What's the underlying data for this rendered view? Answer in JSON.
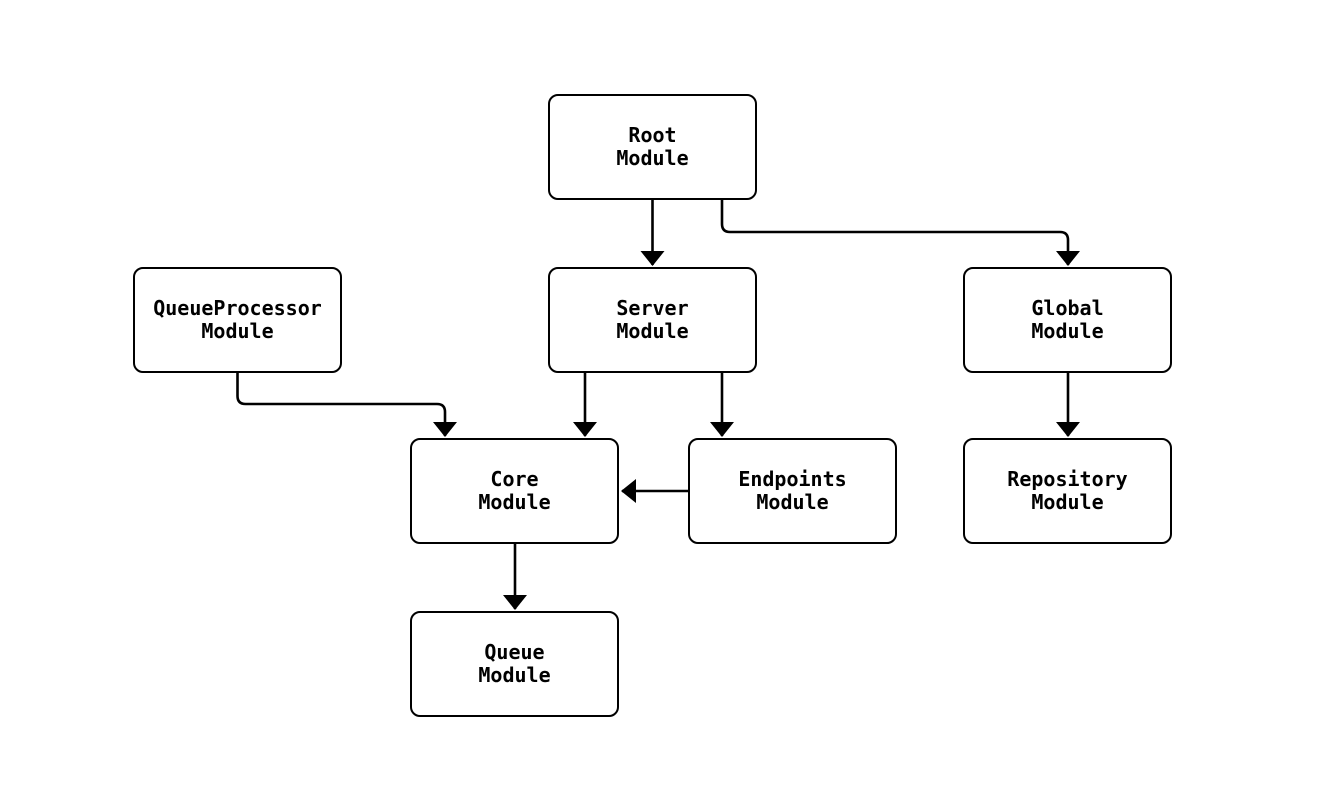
{
  "diagram": {
    "type": "flowchart",
    "direction": "top-down",
    "background_color": "#ffffff",
    "node_fill_color": "#ffffff",
    "node_border_color": "#000000",
    "edge_color": "#000000",
    "text_color": "#000000",
    "nodes": [
      {
        "id": "root",
        "label": "Root\nModule"
      },
      {
        "id": "queueprocessor",
        "label": "QueueProcessor\nModule"
      },
      {
        "id": "server",
        "label": "Server\nModule"
      },
      {
        "id": "global",
        "label": "Global\nModule"
      },
      {
        "id": "core",
        "label": "Core\nModule"
      },
      {
        "id": "endpoints",
        "label": "Endpoints\nModule"
      },
      {
        "id": "repository",
        "label": "Repository\nModule"
      },
      {
        "id": "queue",
        "label": "Queue\nModule"
      }
    ],
    "edges": [
      {
        "from": "root",
        "to": "server"
      },
      {
        "from": "root",
        "to": "global"
      },
      {
        "from": "queueprocessor",
        "to": "core"
      },
      {
        "from": "server",
        "to": "core"
      },
      {
        "from": "server",
        "to": "endpoints"
      },
      {
        "from": "endpoints",
        "to": "core"
      },
      {
        "from": "core",
        "to": "queue"
      },
      {
        "from": "global",
        "to": "repository"
      }
    ]
  }
}
